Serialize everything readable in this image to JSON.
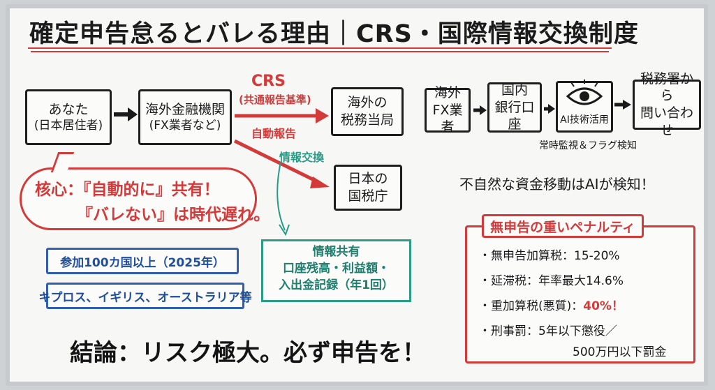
{
  "title": "確定申告怠るとバレる理由｜CRS・国際情報交換制度",
  "flow": {
    "you_line1": "あなた",
    "you_line2": "(日本居住者)",
    "fi_line1": "海外金融機関",
    "fi_line2": "(FX業者など)",
    "crs_label": "CRS",
    "crs_sub": "(共通報告基準)",
    "auto_report": "自動報告",
    "foreign_tax_line1": "海外の",
    "foreign_tax_line2": "税務当局",
    "exchange_label": "情報交換",
    "nta_line1": "日本の",
    "nta_line2": "国税庁"
  },
  "right_flow": {
    "fx_line1": "海外",
    "fx_line2": "FX業者",
    "bank_line1": "国内",
    "bank_line2": "銀行口座",
    "ai_label": "AI技術活用",
    "tax_office_line1": "税務署から",
    "tax_office_line2": "問い合わせ",
    "monitor_note": "常時監視＆フラグ検知",
    "ai_detect_note": "不自然な資金移動はAIが検知！"
  },
  "bubble": {
    "line1": "核心：『自動的に』共有！",
    "line2": "『バレない』は時代遅れ。"
  },
  "participants": {
    "countries": "参加100カ国以上（2025年）",
    "examples": "キプロス、イギリス、オーストラリア等"
  },
  "shared_info": {
    "title": "情報共有",
    "line1": "口座残高・利益額・",
    "line2": "入出金記録（年1回）"
  },
  "penalty": {
    "header": "無申告の重いペナルティ",
    "item1": "・無申告加算税：15-20%",
    "item2": "・延滞税：年率最大14.6%",
    "item3_prefix": "・重加算税(悪質)：",
    "item3_value": "40%！",
    "item4_line1": "・刑事罰：5年以下懲役／",
    "item4_line2": "500万円以下罰金"
  },
  "conclusion": "結論：リスク極大。必ず申告を！",
  "colors": {
    "red": "#d33a3a",
    "green": "#269c86",
    "blue": "#204f9a",
    "ink": "#1a1a1a"
  },
  "icons": [
    "arrow-right-icon",
    "eye-icon"
  ]
}
